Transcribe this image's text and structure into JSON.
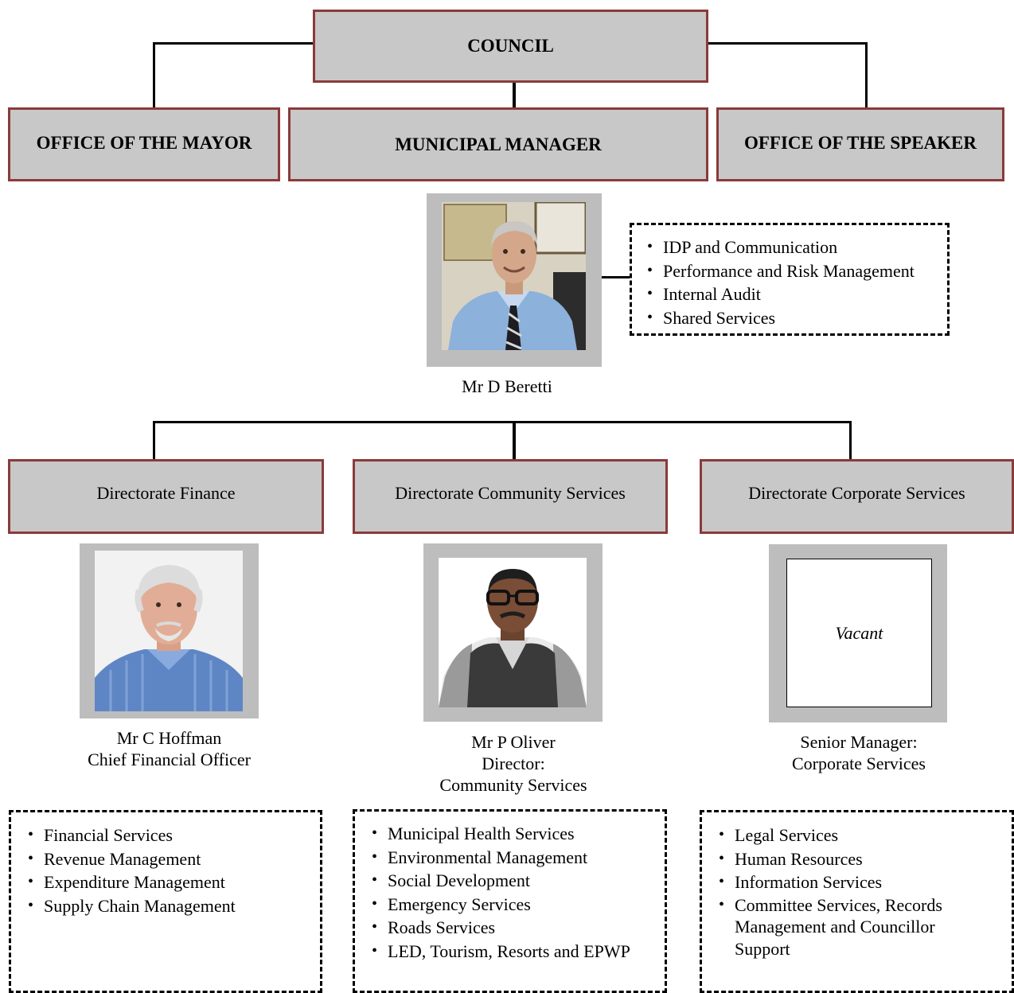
{
  "council": {
    "label": "COUNCIL"
  },
  "offices": {
    "mayor": "OFFICE OF THE MAYOR",
    "manager": "MUNICIPAL MANAGER",
    "speaker": "OFFICE OF THE SPEAKER"
  },
  "manager_person": {
    "name": "Mr D Beretti",
    "functions": [
      "IDP and Communication",
      "Performance and Risk Management",
      "Internal Audit",
      "Shared Services"
    ]
  },
  "directorates": [
    {
      "title": "Directorate Finance",
      "caption_lines": [
        "Mr C Hoffman",
        "Chief Financial Officer"
      ],
      "functions": [
        "Financial Services",
        "Revenue Management",
        "Expenditure Management",
        "Supply Chain Management"
      ]
    },
    {
      "title": "Directorate Community Services",
      "caption_lines": [
        "Mr P Oliver",
        "Director:",
        "Community Services"
      ],
      "functions": [
        "Municipal Health Services",
        "Environmental Management",
        "Social Development",
        "Emergency Services",
        "Roads Services",
        "LED, Tourism, Resorts and EPWP"
      ]
    },
    {
      "title": "Directorate Corporate Services",
      "vacant_label": "Vacant",
      "caption_lines": [
        "Senior Manager:",
        "Corporate Services"
      ],
      "functions": [
        "Legal Services",
        "Human Resources",
        "Information Services",
        "Committee Services, Records Management and Councillor Support"
      ]
    }
  ]
}
